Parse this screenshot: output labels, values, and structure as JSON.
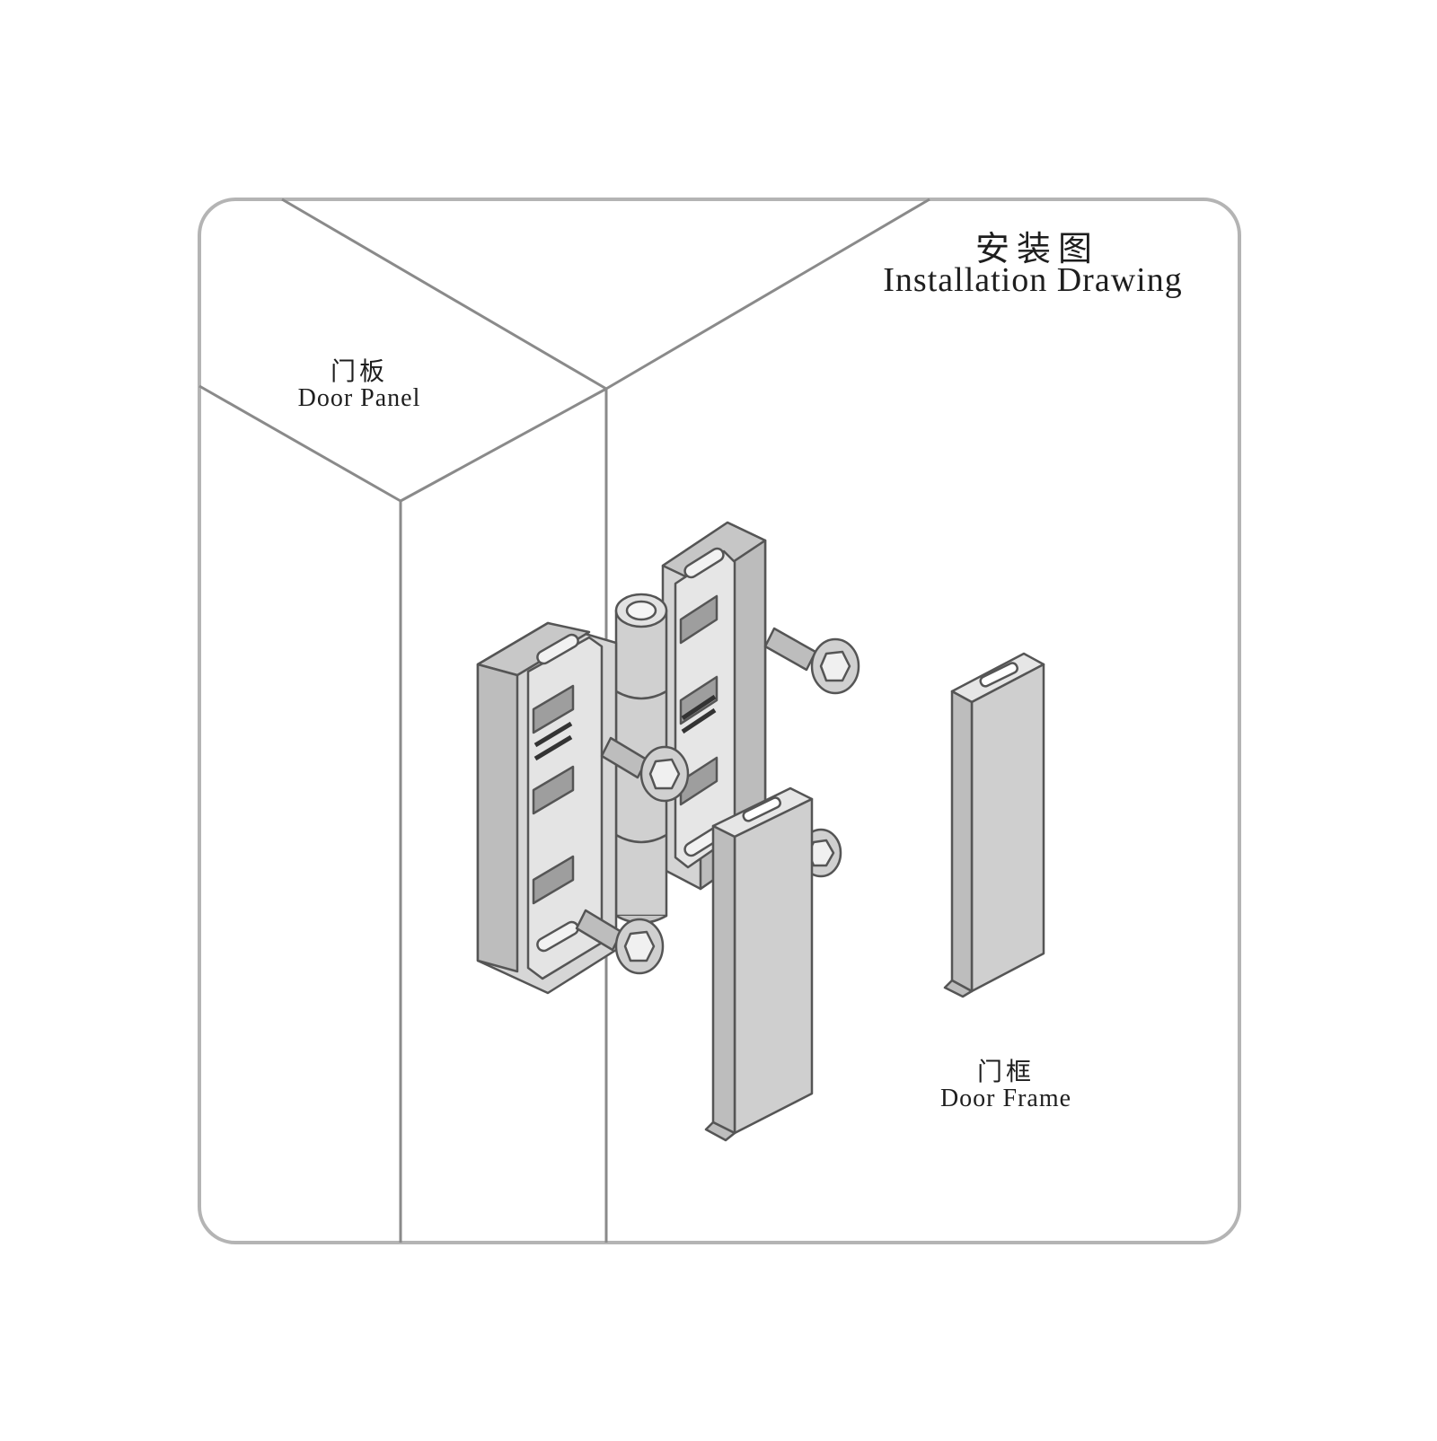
{
  "title": {
    "chinese": "安装图",
    "english": "Installation Drawing"
  },
  "labels": {
    "door_panel": {
      "chinese": "门板",
      "english": "Door Panel"
    },
    "door_frame": {
      "chinese": "门框",
      "english": "Door Frame"
    }
  },
  "colors": {
    "line": "#8a8a8a",
    "part_fill": "#d9d9d9",
    "part_shadow": "#bdbdbd",
    "part_outline": "#555555",
    "background": "#ffffff"
  }
}
